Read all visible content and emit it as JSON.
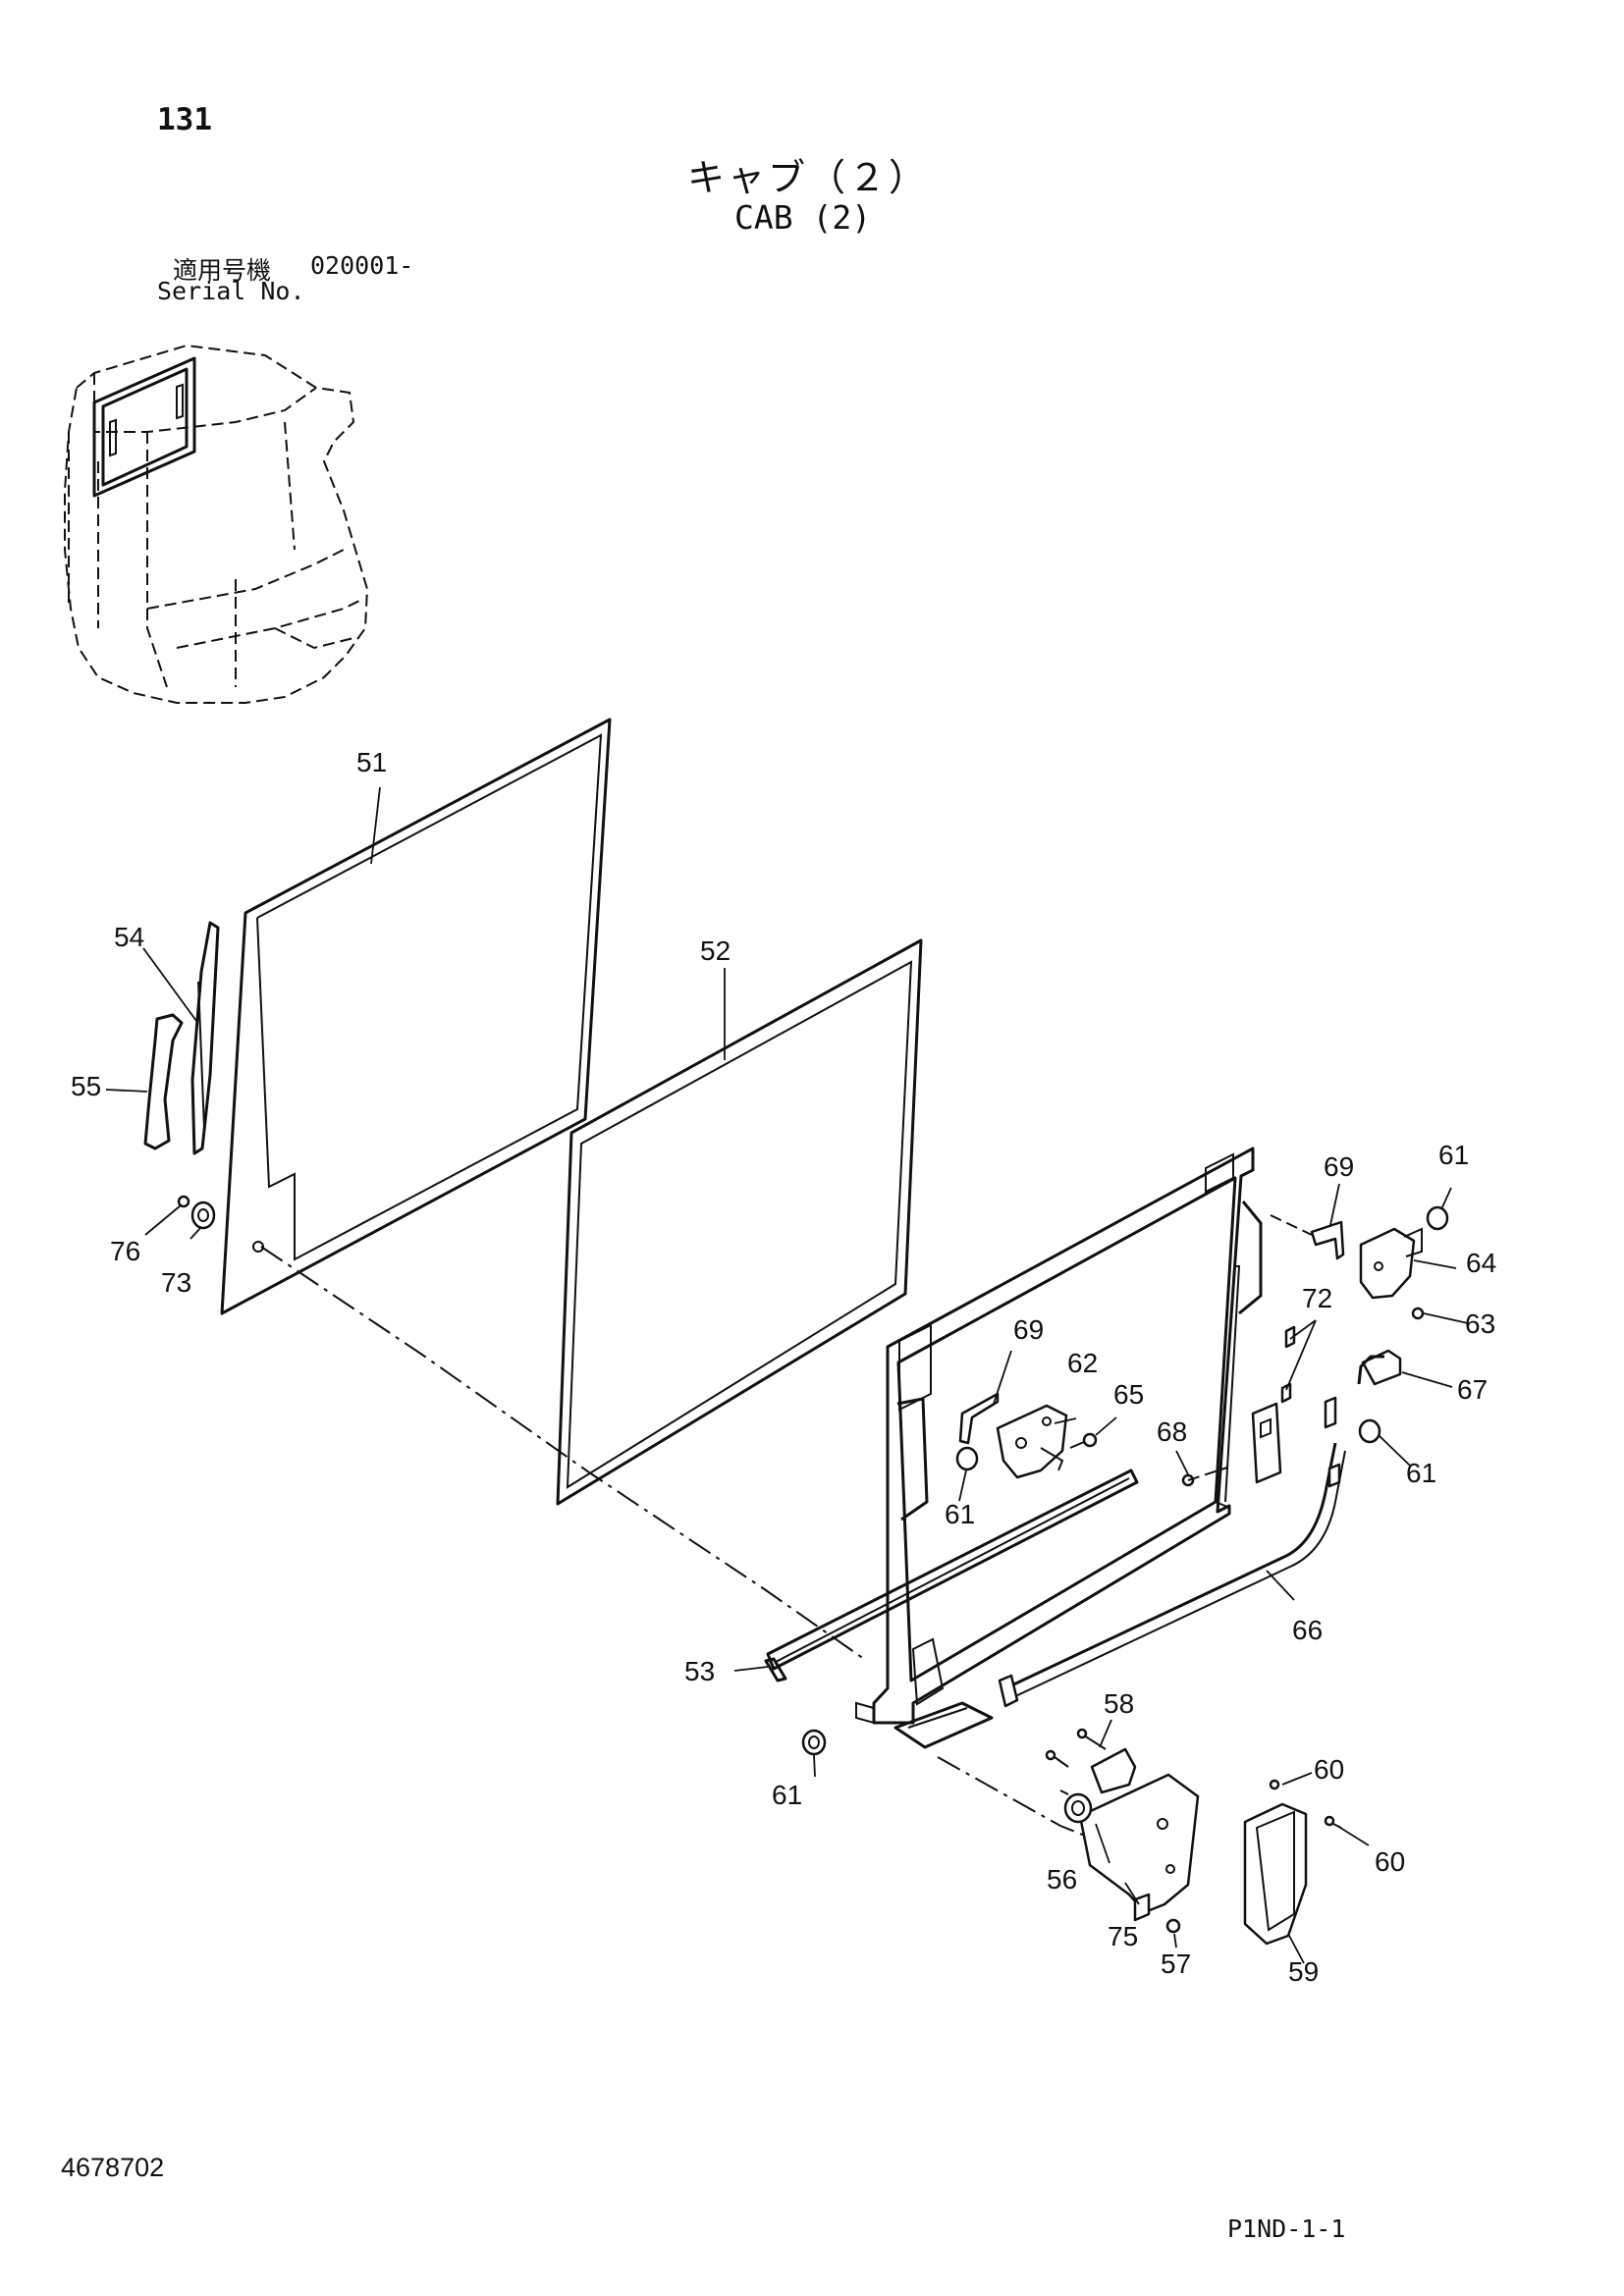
{
  "page_number": "131",
  "title_jp": "キャブ（２）",
  "title_en": "CAB (2)",
  "serial": {
    "label_jp": "適用号機",
    "code": "020001-",
    "label_en": "Serial No."
  },
  "document_number": "4678702",
  "page_code": "P1ND-1-1",
  "callouts": [
    {
      "id": "c51",
      "label": "51"
    },
    {
      "id": "c52",
      "label": "52"
    },
    {
      "id": "c53",
      "label": "53"
    },
    {
      "id": "c54",
      "label": "54"
    },
    {
      "id": "c55",
      "label": "55"
    },
    {
      "id": "c56",
      "label": "56"
    },
    {
      "id": "c57",
      "label": "57"
    },
    {
      "id": "c58",
      "label": "58"
    },
    {
      "id": "c59",
      "label": "59"
    },
    {
      "id": "c60a",
      "label": "60"
    },
    {
      "id": "c60b",
      "label": "60"
    },
    {
      "id": "c61a",
      "label": "61"
    },
    {
      "id": "c61b",
      "label": "61"
    },
    {
      "id": "c61c",
      "label": "61"
    },
    {
      "id": "c61d",
      "label": "61"
    },
    {
      "id": "c62",
      "label": "62"
    },
    {
      "id": "c63",
      "label": "63"
    },
    {
      "id": "c64",
      "label": "64"
    },
    {
      "id": "c65",
      "label": "65"
    },
    {
      "id": "c66",
      "label": "66"
    },
    {
      "id": "c67",
      "label": "67"
    },
    {
      "id": "c68",
      "label": "68"
    },
    {
      "id": "c69a",
      "label": "69"
    },
    {
      "id": "c69b",
      "label": "69"
    },
    {
      "id": "c72",
      "label": "72"
    },
    {
      "id": "c73",
      "label": "73"
    },
    {
      "id": "c75",
      "label": "75"
    },
    {
      "id": "c76",
      "label": "76"
    }
  ]
}
